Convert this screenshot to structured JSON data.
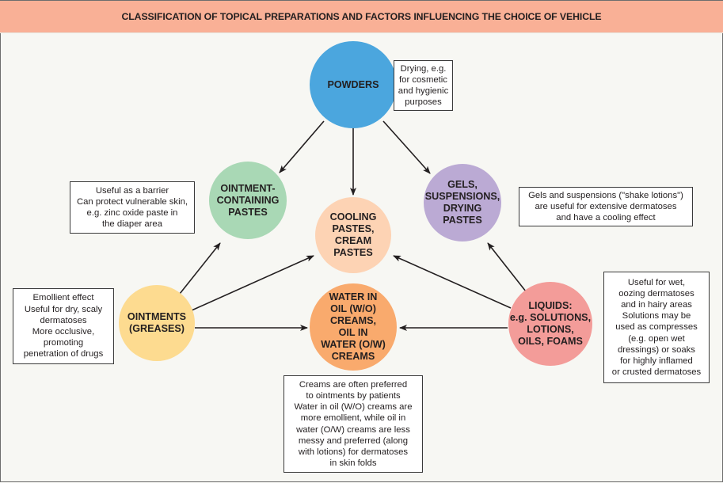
{
  "header": {
    "title": "CLASSIFICATION OF TOPICAL PREPARATIONS AND FACTORS INFLUENCING THE CHOICE OF VEHICLE"
  },
  "nodes": {
    "powders": {
      "label": "POWDERS",
      "color": "#4BA6DE"
    },
    "ointment_pastes": {
      "label": "OINTMENT-\nCONTAINING\nPASTES",
      "color": "#A9D8B5"
    },
    "cooling_pastes": {
      "label": "COOLING\nPASTES,\nCREAM\nPASTES",
      "color": "#FDD3B4"
    },
    "gels": {
      "label": "GELS,\nSUSPENSIONS,\nDRYING\nPASTES",
      "color": "#BBAAD4"
    },
    "ointments": {
      "label": "OINTMENTS\n(GREASES)",
      "color": "#FDDB90"
    },
    "creams": {
      "label": "WATER IN\nOIL (W/O)\nCREAMS,\nOIL IN\nWATER (O/W)\nCREAMS",
      "color": "#F9AA6D"
    },
    "liquids": {
      "label": "LIQUIDS:\ne.g. SOLUTIONS,\nLOTIONS,\nOILS, FOAMS",
      "color": "#F39C99"
    }
  },
  "notes": {
    "powders": "Drying, e.g.\nfor cosmetic\nand hygienic\npurposes",
    "ointment_pastes": "Useful as a barrier\nCan protect vulnerable skin,\ne.g. zinc oxide paste in\nthe diaper area",
    "gels": "Gels and suspensions (\"shake lotions\")\nare useful for extensive dermatoses\nand have a cooling effect",
    "ointments": "Emollient effect\nUseful for dry, scaly\ndermatoses\nMore occlusive,\npromoting\npenetration of drugs",
    "liquids": "Useful for wet,\noozing dermatoses\nand in hairy areas\nSolutions may be\nused as compresses\n(e.g. open wet\ndressings) or soaks\nfor highly inflamed\nor crusted dermatoses",
    "creams": "Creams are often preferred\nto ointments by patients\nWater in oil (W/O) creams are\nmore emollient, while oil in\nwater (O/W) creams are less\nmessy and preferred (along\nwith lotions) for dermatoses\nin skin folds"
  },
  "edges": [
    {
      "from": "powders",
      "to": "ointment_pastes"
    },
    {
      "from": "powders",
      "to": "cooling_pastes"
    },
    {
      "from": "powders",
      "to": "gels"
    },
    {
      "from": "ointments",
      "to": "ointment_pastes"
    },
    {
      "from": "ointments",
      "to": "cooling_pastes"
    },
    {
      "from": "ointments",
      "to": "creams"
    },
    {
      "from": "liquids",
      "to": "gels"
    },
    {
      "from": "liquids",
      "to": "cooling_pastes"
    },
    {
      "from": "liquids",
      "to": "creams"
    }
  ]
}
